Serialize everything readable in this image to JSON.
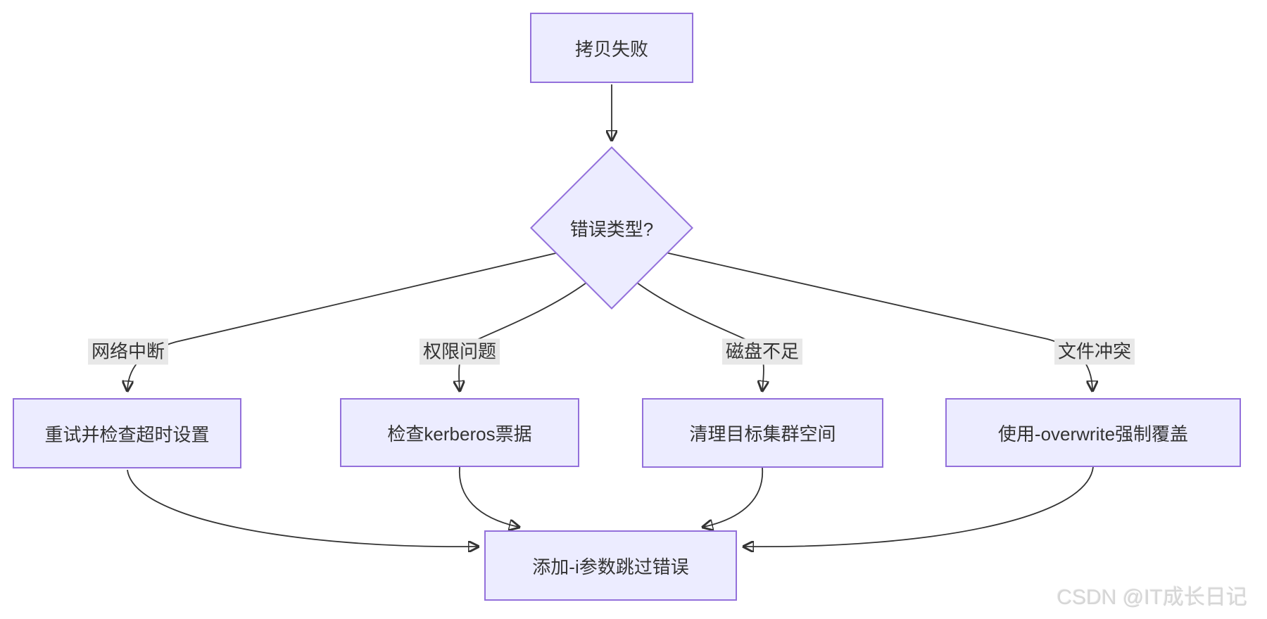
{
  "diagram": {
    "type": "flowchart",
    "direction": "top-down",
    "nodes": {
      "start": "拷贝失败",
      "decision": "错误类型?",
      "final": "添加-i参数跳过错误"
    },
    "branches": [
      {
        "condition": "网络中断",
        "action": "重试并检查超时设置"
      },
      {
        "condition": "权限问题",
        "action": "检查kerberos票据"
      },
      {
        "condition": "磁盘不足",
        "action": "清理目标集群空间"
      },
      {
        "condition": "文件冲突",
        "action": "使用-overwrite强制覆盖"
      }
    ]
  },
  "watermark": {
    "text": "CSDN @IT成长日记"
  },
  "colors": {
    "node_fill": "#ECECFF",
    "node_border": "#9370DB",
    "edge_color": "#333333",
    "label_bg": "#e8e8e8",
    "text_color": "#333333",
    "watermark_color": "#d6d6d6"
  }
}
